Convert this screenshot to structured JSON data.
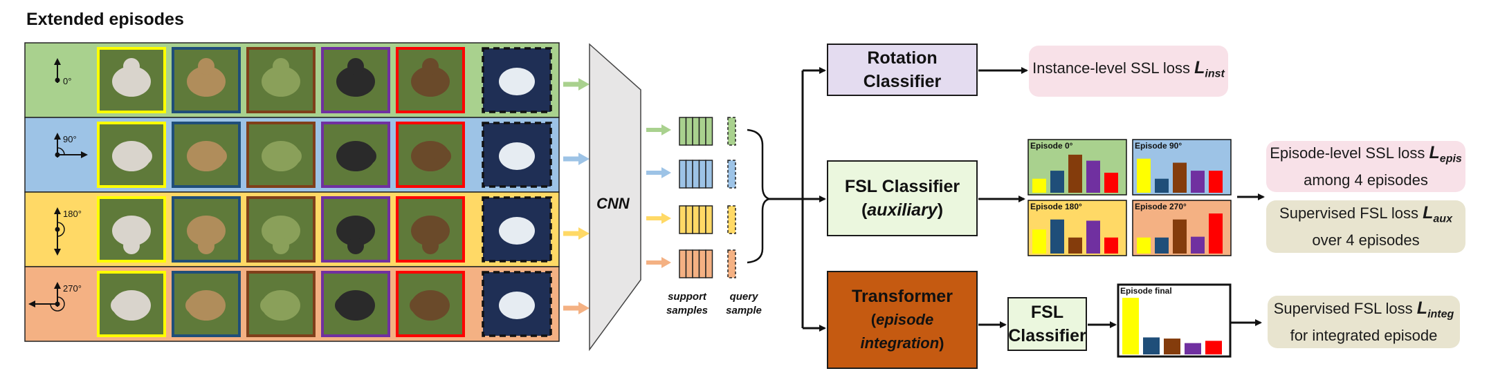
{
  "title": "Extended episodes",
  "rows": [
    {
      "angle": "0°",
      "rotation": 0,
      "color": "#a9d18e",
      "arrow_color": "#a9d18e",
      "support_fill": "#a9d18e"
    },
    {
      "angle": "90°",
      "rotation": 90,
      "color": "#9dc3e6",
      "arrow_color": "#9dc3e6",
      "support_fill": "#9dc3e6"
    },
    {
      "angle": "180°",
      "rotation": 180,
      "color": "#ffd966",
      "arrow_color": "#ffd966",
      "support_fill": "#ffd966"
    },
    {
      "angle": "270°",
      "rotation": 270,
      "color": "#f4b183",
      "arrow_color": "#f4b183",
      "support_fill": "#f4b183"
    }
  ],
  "image_frames": [
    "#ffff00",
    "#1f4e79",
    "#7f3f1a",
    "#7030a0",
    "#ff0000"
  ],
  "query_frame": "dashed-black",
  "cnn_label": "CNN",
  "support_label": "support samples",
  "query_label": "query sample",
  "rotation_classifier": {
    "label": "Rotation Classifier",
    "fill": "#e4dcf0"
  },
  "fsl_aux": {
    "line1": "FSL Classifier",
    "line2": "auxiliary",
    "fill": "#ebf7de"
  },
  "transformer": {
    "line1": "Transformer",
    "line2": "episode integration",
    "fill": "#c55a11"
  },
  "fsl_final": {
    "line1": "FSL",
    "line2": "Classifier",
    "fill": "#ebf7de"
  },
  "loss_inst": {
    "text": "Instance-level SSL loss",
    "sym": "L",
    "sub": "inst",
    "fill": "#f8e1e8"
  },
  "loss_epis": {
    "text": "Episode-level SSL loss",
    "sym": "L",
    "sub": "epis",
    "line2": "among 4 episodes",
    "fill": "#f8e1e8"
  },
  "loss_aux": {
    "text": "Supervised FSL loss",
    "sym": "L",
    "sub": "aux",
    "line2": "over 4 episodes",
    "fill": "#e8e4cf"
  },
  "loss_integ": {
    "text": "Supervised FSL loss",
    "sym": "L",
    "sub": "integ",
    "line2": "for integrated episode",
    "fill": "#e8e4cf"
  },
  "bar_colors": [
    "#ffff00",
    "#1f4e79",
    "#843c0c",
    "#7030a0",
    "#ff0000"
  ],
  "episodes": [
    {
      "label": "Episode 0°",
      "bg": "#a9d18e",
      "values": [
        0.35,
        0.55,
        0.95,
        0.8,
        0.5
      ]
    },
    {
      "label": "Episode 90°",
      "bg": "#9dc3e6",
      "values": [
        0.85,
        0.35,
        0.75,
        0.55,
        0.55
      ]
    },
    {
      "label": "Episode 180°",
      "bg": "#ffd966",
      "values": [
        0.6,
        0.85,
        0.4,
        0.82,
        0.4
      ]
    },
    {
      "label": "Episode 270°",
      "bg": "#f4b183",
      "values": [
        0.4,
        0.4,
        0.85,
        0.42,
        1.0
      ]
    },
    {
      "label": "Episode final",
      "bg": "#ffffff",
      "values": [
        1.0,
        0.3,
        0.28,
        0.2,
        0.24
      ]
    }
  ]
}
